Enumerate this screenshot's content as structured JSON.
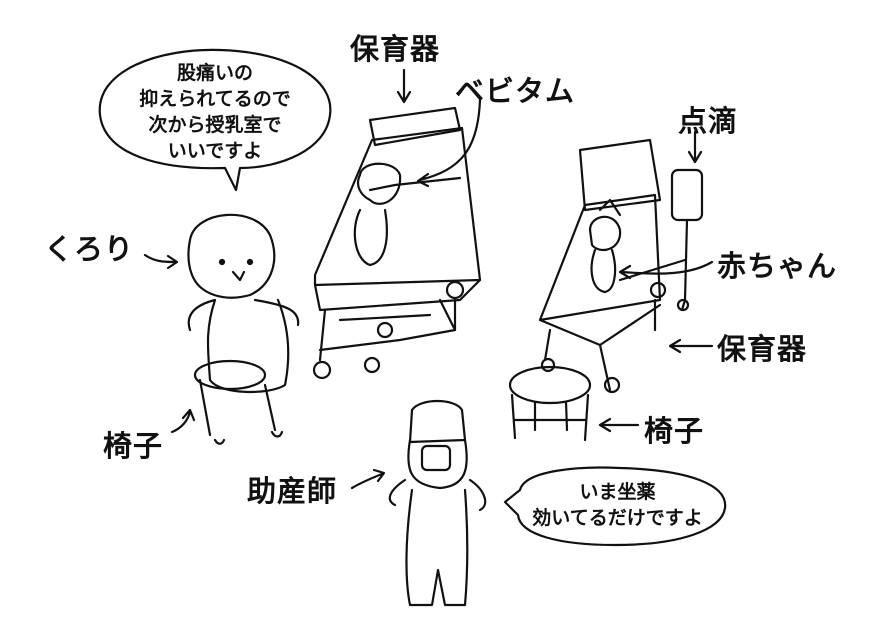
{
  "labels": {
    "incubator_top": "保育器",
    "bebitamu": "ベビタム",
    "drip": "点滴",
    "kurori": "くろり",
    "baby": "赤ちゃん",
    "incubator_right": "保育器",
    "chair_left": "椅子",
    "chair_right": "椅子",
    "midwife": "助産師"
  },
  "bubbles": {
    "midwife_top": [
      "股痛いの",
      "抑えられてるので",
      "次から授乳室で",
      "いいですよ"
    ],
    "midwife_reply": [
      "いま坐薬",
      "効いてるだけですよ"
    ]
  },
  "colors": {
    "ink": "#111111",
    "background": "#ffffff"
  }
}
